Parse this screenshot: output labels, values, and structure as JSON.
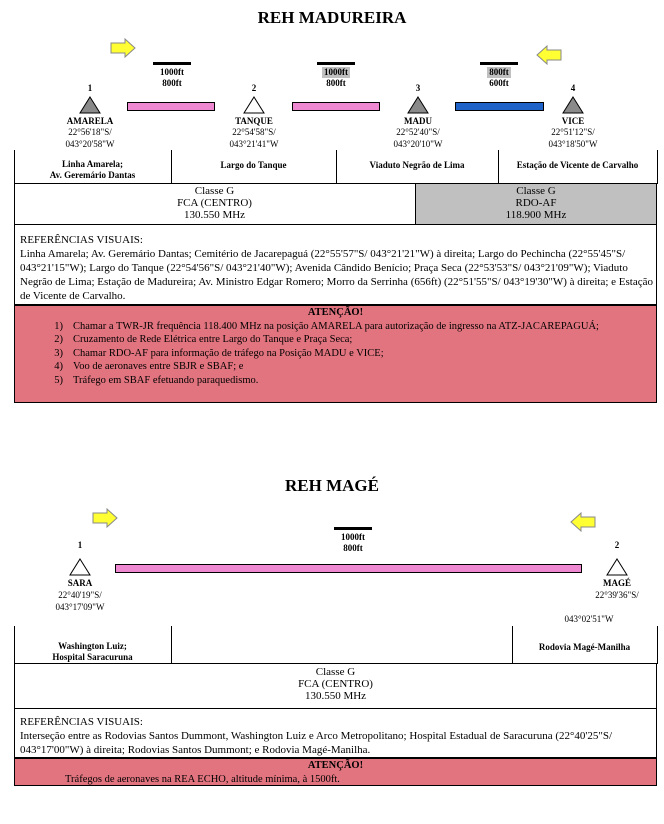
{
  "reh1": {
    "title": "REH MADUREIRA",
    "waypoints": [
      {
        "num": "1",
        "name": "AMARELA",
        "lat": "22°56'18\"S/",
        "lon": "043°20'58\"W",
        "fill": "gray"
      },
      {
        "num": "2",
        "name": "TANQUE",
        "lat": "22°54'58\"S/",
        "lon": "043°21'41\"W",
        "fill": "white"
      },
      {
        "num": "3",
        "name": "MADU",
        "lat": "22°52'40\"S/",
        "lon": "043°20'10\"W",
        "fill": "gray"
      },
      {
        "num": "4",
        "name": "VICE",
        "lat": "22°51'12\"S/",
        "lon": "043°18'50\"W",
        "fill": "gray"
      }
    ],
    "altitudes": [
      {
        "top": "1000ft",
        "bottom": "800ft"
      },
      {
        "top": "1000ft",
        "bottom": "800ft"
      },
      {
        "top": "800ft",
        "bottom": "600ft"
      }
    ],
    "colors": {
      "pink": "#ee88d0",
      "blue": "#1f63c9",
      "arrow": "#ffff33",
      "alert": "#e2747f",
      "gray_box": "#c0c0c0"
    },
    "locations": [
      "Linha Amarela;",
      "Av. Geremário Dantas",
      "Largo do Tanque",
      "Viaduto Negrão de Lima",
      "Estação de Vicente de Carvalho"
    ],
    "classes": [
      {
        "line1": "Classe G",
        "line2": "FCA (CENTRO)",
        "line3": "130.550 MHz"
      },
      {
        "line1": "Classe G",
        "line2": "RDO-AF",
        "line3": "118.900 MHz"
      }
    ],
    "refs_title": "REFERÊNCIAS VISUAIS:",
    "refs_text": "Linha Amarela; Av. Geremário Dantas; Cemitério de Jacarepaguá (22°55'57\"S/ 043°21'21\"W) à direita; Largo do Pechincha (22°55'45\"S/ 043°21'15\"W); Largo do Tanque (22°54'56\"S/ 043°21'40\"W); Avenida Cândido Benício; Praça Seca (22°53'53\"S/ 043°21'09\"W); Viaduto Negrão de Lima; Estação de Madureira; Av. Ministro Edgar Romero; Morro da Serrinha (656ft) (22°51'55\"S/ 043°19'30\"W) à direita; e Estação de Vicente de Carvalho.",
    "attention_title": "ATENÇÃO!",
    "attention_items": [
      {
        "n": "1)",
        "text": "Chamar a TWR-JR frequência 118.400 MHz na posição AMARELA para autorização de ingresso na ATZ-JACAREPAGUÁ;"
      },
      {
        "n": "2)",
        "text": "Cruzamento de Rede Elétrica entre Largo do Tanque e Praça Seca;"
      },
      {
        "n": "3)",
        "text": "Chamar RDO-AF para informação de tráfego na Posição MADU e VICE;"
      },
      {
        "n": "4)",
        "text": "Voo de aeronaves entre SBJR e SBAF; e"
      },
      {
        "n": "5)",
        "text": "Tráfego em SBAF efetuando paraquedismo."
      }
    ]
  },
  "reh2": {
    "title": "REH MAGÉ",
    "waypoints": [
      {
        "num": "1",
        "name": "SARA",
        "lat": "22°40'19\"S/",
        "lon": "043°17'09\"W",
        "fill": "white"
      },
      {
        "num": "2",
        "name": "MAGÉ",
        "lat": "22°39'36\"S/",
        "lon": "043°02'51\"W",
        "fill": "white"
      }
    ],
    "altitude": {
      "top": "1000ft",
      "bottom": "800ft"
    },
    "locations": [
      "Washington Luiz;",
      "Hospital Saracuruna",
      "Rodovia Magé-Manilha"
    ],
    "classes": {
      "line1": "Classe G",
      "line2": "FCA (CENTRO)",
      "line3": "130.550 MHz"
    },
    "refs_title": "REFERÊNCIAS VISUAIS:",
    "refs_text": "Interseção entre as Rodovias Santos Dummont, Washington Luiz e Arco Metropolitano; Hospital Estadual de Saracuruna (22°40'25\"S/ 043°17'00\"W) à direita; Rodovias Santos Dummont; e Rodovia Magé-Manilha.",
    "attention_title": "ATENÇÃO!",
    "attention_text": "Tráfegos de aeronaves na REA ECHO, altitude mínima, à 1500ft."
  }
}
